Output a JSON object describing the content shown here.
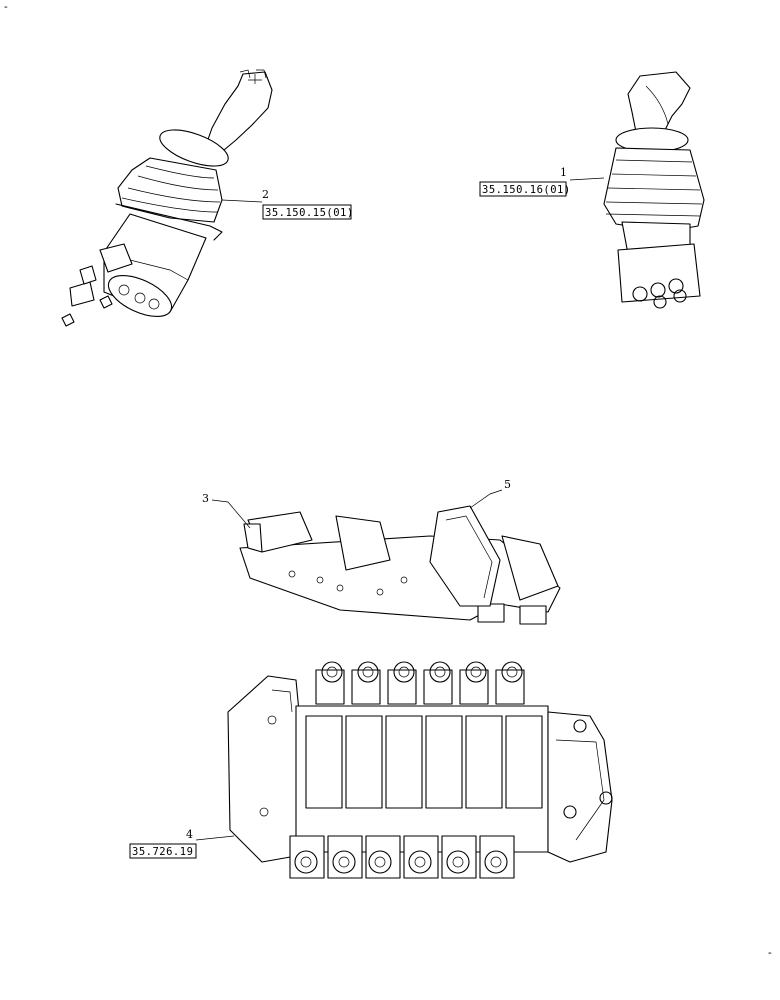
{
  "callouts": [
    {
      "number": "1",
      "ref": "35.150.16(01)"
    },
    {
      "number": "2",
      "ref": "35.150.15(01)"
    },
    {
      "number": "3",
      "ref": ""
    },
    {
      "number": "4",
      "ref": "35.726.19"
    },
    {
      "number": "5",
      "ref": ""
    }
  ],
  "corner_marks": {
    "top_left": "-",
    "bottom_right": "-"
  },
  "parts": [
    {
      "id": "joystick-left",
      "callout": "2"
    },
    {
      "id": "joystick-right",
      "callout": "1"
    },
    {
      "id": "valve-mount-bracket",
      "callout": "3"
    },
    {
      "id": "control-valve-block",
      "callout": "4"
    },
    {
      "id": "valve-cover-plate",
      "callout": "5"
    }
  ]
}
